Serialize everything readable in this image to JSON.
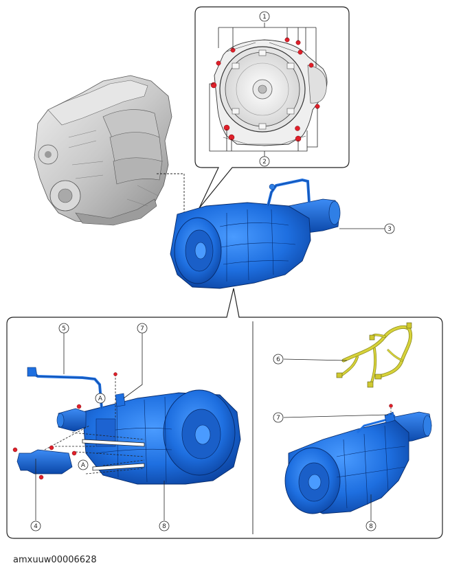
{
  "callouts": {
    "c1": "1",
    "c2": "2",
    "c3": "3",
    "c4": "4",
    "c5": "5",
    "c6": "6",
    "c7a": "7",
    "c7b": "7",
    "c8a": "8",
    "c8b": "8"
  },
  "markers": {
    "a1": "A",
    "a2": "A"
  },
  "caption": "amxuuw00006628",
  "colors": {
    "transmission_blue": "#1e6fe0",
    "transmission_dark": "#0a3f9a",
    "engine_gray": "#d2d2d2",
    "harness_yellow": "#d7d23a",
    "bolt_red": "#e0202a"
  }
}
